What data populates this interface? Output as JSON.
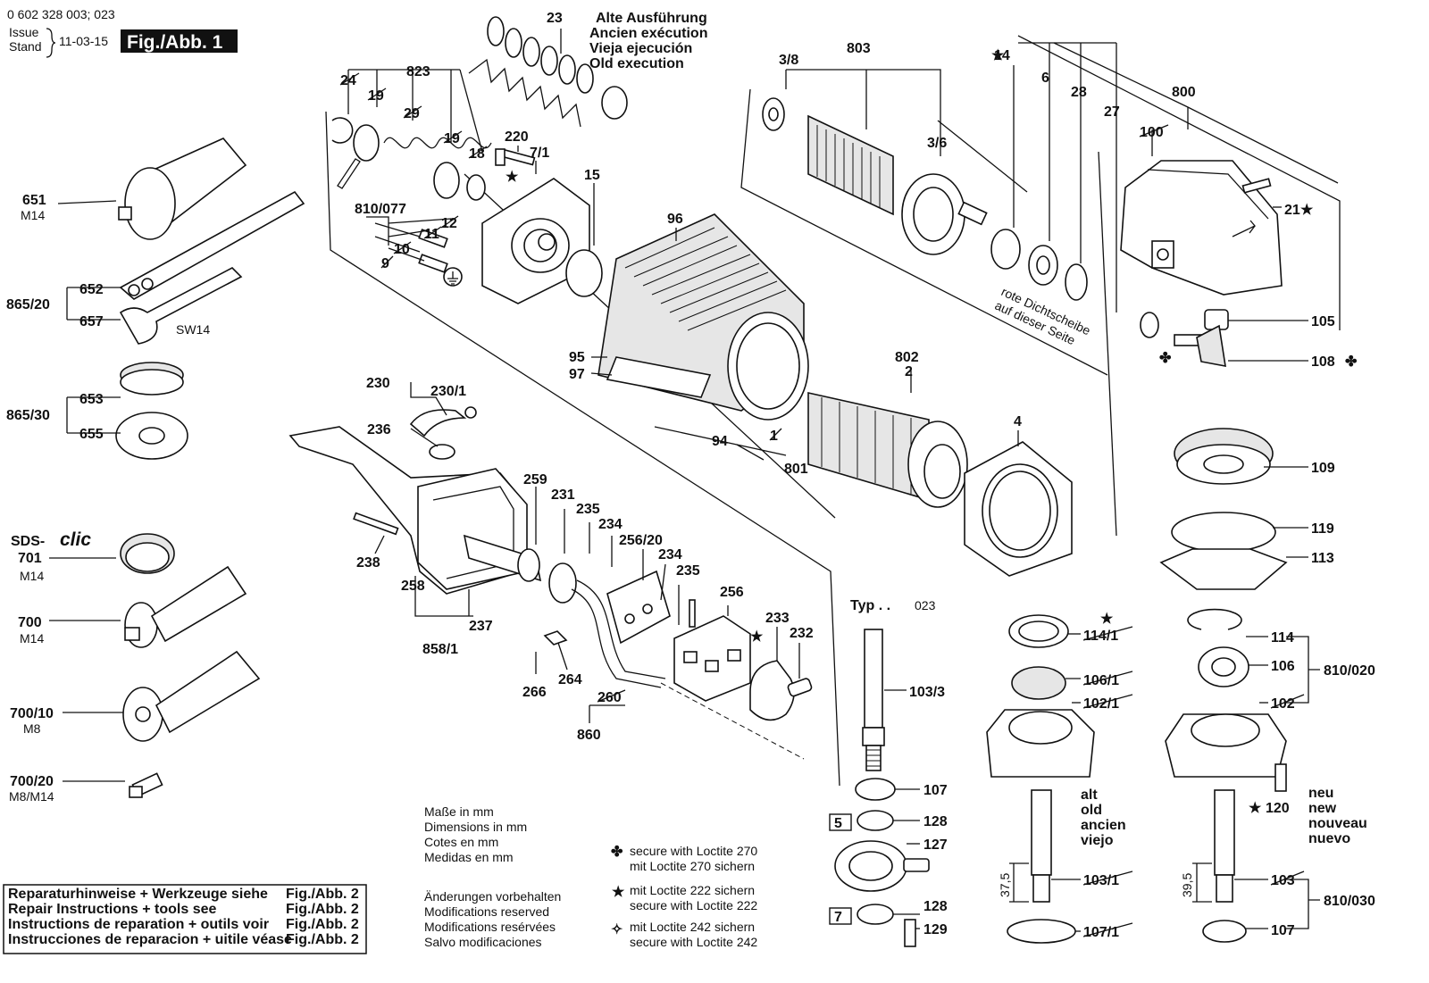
{
  "header": {
    "doc_number": "0 602 328 003; 023",
    "issue_label": "Issue",
    "stand_label": "Stand",
    "issue_date": "11-03-15",
    "figure_label": "Fig./Abb. 1"
  },
  "old_execution": [
    "Alte Ausführung",
    "Ancien exécution",
    "Vieja ejecución",
    "Old execution"
  ],
  "typ": {
    "label": "Typ . .",
    "value": "023"
  },
  "sds_clic": {
    "prefix": "SDS-",
    "suffix": "clic"
  },
  "labels": {
    "l_23": "23",
    "l_823": "823",
    "l_24": "24",
    "l_19a": "19",
    "l_29": "29",
    "l_19b": "19",
    "l_18": "18",
    "l_220": "220",
    "l_7_1": "7/1",
    "l_15": "15",
    "l_810_077": "810/077",
    "l_12": "12",
    "l_11": "11",
    "l_10": "10",
    "l_9": "9",
    "l_96": "96",
    "l_3_8": "3/8",
    "l_803": "803",
    "l_3_6": "3/6",
    "l_14": "14",
    "l_6": "6",
    "l_28": "28",
    "l_27": "27",
    "l_800": "800",
    "l_100": "100",
    "l_21": "21",
    "l_105": "105",
    "l_108": "108",
    "l_95": "95",
    "l_97": "97",
    "l_94": "94",
    "l_1": "1",
    "l_801": "801",
    "l_802": "802",
    "l_2": "2",
    "l_4": "4",
    "l_109": "109",
    "l_119": "119",
    "l_113": "113",
    "l_230": "230",
    "l_230_1": "230/1",
    "l_236": "236",
    "l_259": "259",
    "l_231": "231",
    "l_235a": "235",
    "l_234a": "234",
    "l_256_20": "256/20",
    "l_234b": "234",
    "l_235b": "235",
    "l_256": "256",
    "l_233": "233",
    "l_232": "232",
    "l_238": "238",
    "l_258": "258",
    "l_237": "237",
    "l_858_1": "858/1",
    "l_266": "266",
    "l_264": "264",
    "l_260": "260",
    "l_860": "860",
    "l_651": "651",
    "l_m14a": "M14",
    "l_652": "652",
    "l_865_20": "865/20",
    "l_657": "657",
    "l_sw14": "SW14",
    "l_653": "653",
    "l_865_30": "865/30",
    "l_655": "655",
    "l_701": "701",
    "l_m14b": "M14",
    "l_700": "700",
    "l_m14c": "M14",
    "l_700_10": "700/10",
    "l_m8": "M8",
    "l_700_20": "700/20",
    "l_m8m14": "M8/M14",
    "l_103_3": "103/3",
    "l_107a": "107",
    "l_128a": "128",
    "l_127": "127",
    "l_128b": "128",
    "l_129": "129",
    "l_114_1": "114/1",
    "l_106_1": "106/1",
    "l_102_1": "102/1",
    "l_103_1": "103/1",
    "l_107_1": "107/1",
    "l_114": "114",
    "l_106": "106",
    "l_810_020": "810/020",
    "l_102": "102",
    "l_120": "120",
    "l_103": "103",
    "l_107b": "107",
    "l_810_030": "810/030",
    "l_37_5": "37,5",
    "l_39_5": "39,5",
    "l_big5": "5",
    "l_big7": "7"
  },
  "seal_note": [
    "rote Dichtscheibe",
    "auf dieser Seite"
  ],
  "old_words": [
    "alt",
    "old",
    "ancien",
    "viejo"
  ],
  "new_words": [
    "neu",
    "new",
    "nouveau",
    "nuevo"
  ],
  "dimensions_note": [
    "Maße in mm",
    "Dimensions in mm",
    "Cotes en mm",
    "Medidas en mm"
  ],
  "modifications_note": [
    "Änderungen vorbehalten",
    "Modifications reserved",
    "Modifications resérvées",
    "Salvo modificaciones"
  ],
  "loctite_notes": [
    {
      "symbol": "✤",
      "lines": [
        "secure with Loctite 270",
        "mit Loctite 270 sichern"
      ]
    },
    {
      "symbol": "★",
      "lines": [
        "mit Loctite 222 sichern",
        "secure with Loctite 222"
      ]
    },
    {
      "symbol": "✧",
      "lines": [
        "mit Loctite 242 sichern",
        "secure with Loctite 242"
      ]
    }
  ],
  "repair_box": [
    {
      "text": "Reparaturhinweise + Werkzeuge siehe",
      "ref": "Fig./Abb. 2"
    },
    {
      "text": "Repair Instructions + tools see",
      "ref": "Fig./Abb. 2"
    },
    {
      "text": "Instructions de reparation + outils voir",
      "ref": "Fig./Abb. 2"
    },
    {
      "text": "Instrucciones de reparacion + uitile véase",
      "ref": "Fig./Abb. 2"
    }
  ]
}
